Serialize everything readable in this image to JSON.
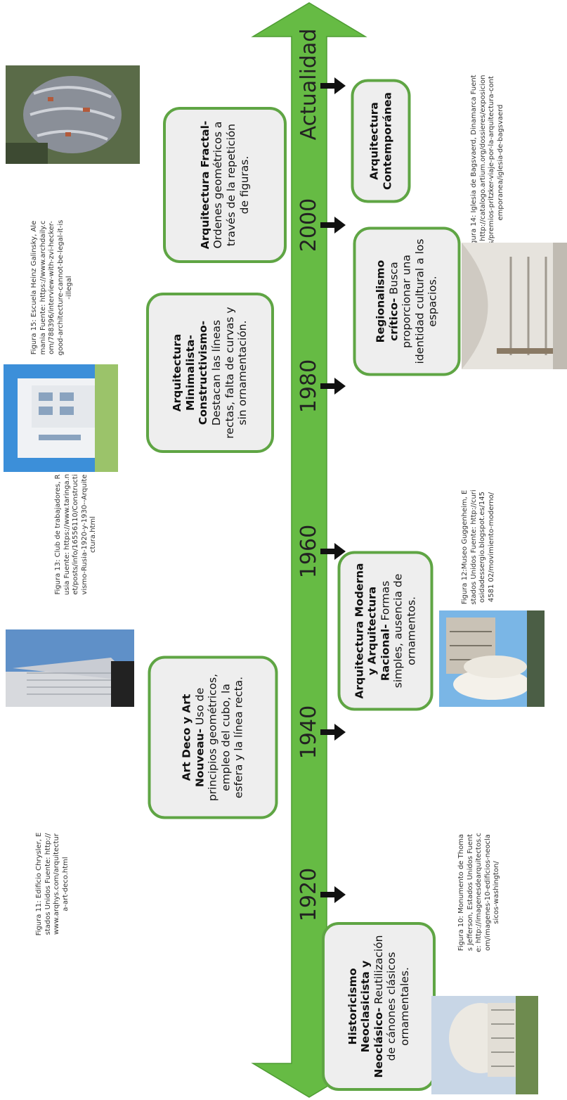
{
  "timeline": {
    "labels": [
      "1920",
      "1940",
      "1960",
      "1980",
      "2000",
      "Actualidad"
    ],
    "arrow_color": "#66bb44",
    "box_border_color": "#5fa544"
  },
  "boxes": [
    {
      "bold": "Historicismo Neoclasicista y Neoclásico-",
      "text": " Reutilización de cánones clásicos ornamentales."
    },
    {
      "bold": "Art Deco y Art Nouveau-",
      "text": " Uso de principios geométricos, empleo del cubo, la esfera y la línea recta."
    },
    {
      "bold": "Arquitectura Moderna y Arquitectura Racional-",
      "text": " Formas simples, ausencia de ornamentos."
    },
    {
      "bold": "Arquitectura Minimalista-Constructivismo-",
      "text": " Destacan las líneas rectas, falta de curvas y sin ornamentación."
    },
    {
      "bold": "Regionalismo crítico-",
      "text": " Busca proporcionar una identidad cultural a los espacios."
    },
    {
      "bold": "Arquitectura Fractal-",
      "text": " Ordenes geométricos a través de la repetición de figuras."
    },
    {
      "bold": "Arquitectura Contemporánea",
      "text": ""
    }
  ],
  "captions": [
    "Figura 11: Edificio Chrysler, Estados Unidos Fuente: http://www.arqhys.com/arquitectura-art-deco.html",
    "Figura 10: Monumento de Thomas Jefferson, Estados Unidos Fuente: http://imagenesdearquitectos.com/imagenes-10-edificios-neoclasicos-washington/",
    "Figura 13: Club de trabajadores, Rusia Fuente: https://www.taringa.net/posts/info/16556110/Constructivismo-Rusia-1920-y-1930--Arquitectura.html",
    "Figura 12:Museo Guggenheim, Estados Unidos Fuente: http://curiosidadessergio.blogspot.es/1454581 02/movimiento-moderno/",
    "Figura 15: Escuela Heinz Galinsky, Alemania Fuente: https://www.archdaily.com/788396/interview-with-zvi-hecker-good-architecture-cannot-be-legal-it-is-illegal",
    "Figura 14: Iglesia de Bagsvaerd, Dinamarca Fuente: http://catalogo.artium.org/dossieres/exposiciones/premios-pritzker-viaje-por-la-arquitectura-contemporanea/iglesia-de-bagsvaerd"
  ]
}
